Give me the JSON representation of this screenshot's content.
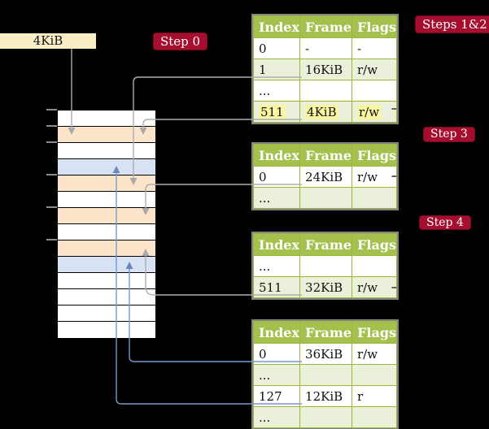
{
  "frame_label": "4KiB",
  "badges": {
    "step0": "Step 0",
    "steps12": "Steps 1&2",
    "step3": "Step 3",
    "step4": "Step 4"
  },
  "memory_stack": {
    "rows": [
      "white",
      "peach",
      "white",
      "blue",
      "peach",
      "white",
      "peach",
      "white",
      "peach",
      "blue",
      "white",
      "white",
      "white",
      "white"
    ],
    "tick_ys": [
      134,
      154,
      174,
      214,
      254,
      294
    ]
  },
  "tables": [
    {
      "name": "page-table-steps12",
      "headers": [
        "Index",
        "Frame",
        "Flags"
      ],
      "rows": [
        {
          "cells": [
            "0",
            "-",
            "-"
          ],
          "shade": false,
          "highlight": false
        },
        {
          "cells": [
            "1",
            "16KiB",
            "r/w"
          ],
          "shade": true,
          "highlight": false
        },
        {
          "cells": [
            "...",
            "",
            ""
          ],
          "shade": false,
          "highlight": false
        },
        {
          "cells": [
            "511",
            "4KiB",
            "r/w"
          ],
          "shade": true,
          "highlight": true
        }
      ]
    },
    {
      "name": "page-table-step3",
      "headers": [
        "Index",
        "Frame",
        "Flags"
      ],
      "rows": [
        {
          "cells": [
            "0",
            "24KiB",
            "r/w"
          ],
          "shade": false,
          "highlight": false
        },
        {
          "cells": [
            "...",
            "",
            ""
          ],
          "shade": true,
          "highlight": false
        }
      ]
    },
    {
      "name": "page-table-step4",
      "headers": [
        "Index",
        "Frame",
        "Flags"
      ],
      "rows": [
        {
          "cells": [
            "...",
            "",
            ""
          ],
          "shade": false,
          "highlight": false
        },
        {
          "cells": [
            "511",
            "32KiB",
            "r/w"
          ],
          "shade": true,
          "highlight": false
        }
      ]
    },
    {
      "name": "page-table-final",
      "headers": [
        "Index",
        "Frame",
        "Flags"
      ],
      "rows": [
        {
          "cells": [
            "0",
            "36KiB",
            "r/w"
          ],
          "shade": false,
          "highlight": false
        },
        {
          "cells": [
            "...",
            "",
            ""
          ],
          "shade": true,
          "highlight": false
        },
        {
          "cells": [
            "127",
            "12KiB",
            "r"
          ],
          "shade": false,
          "highlight": false
        },
        {
          "cells": [
            "...",
            "",
            ""
          ],
          "shade": true,
          "highlight": false
        }
      ]
    }
  ],
  "colors": {
    "background": "#000000",
    "badge": "#a50e2e",
    "table_header_green": "#a3c14c",
    "table_border_green": "#9cb83c",
    "row_shade_green": "#eaf0d9",
    "highlight_yellow": "#f9f6a2",
    "frame_box_cream": "#faeec6",
    "stack_peach": "#fce4cb",
    "stack_blue": "#d7e3f4",
    "wire_gray": "#adadad",
    "wire_blue": "#7b97cb"
  }
}
